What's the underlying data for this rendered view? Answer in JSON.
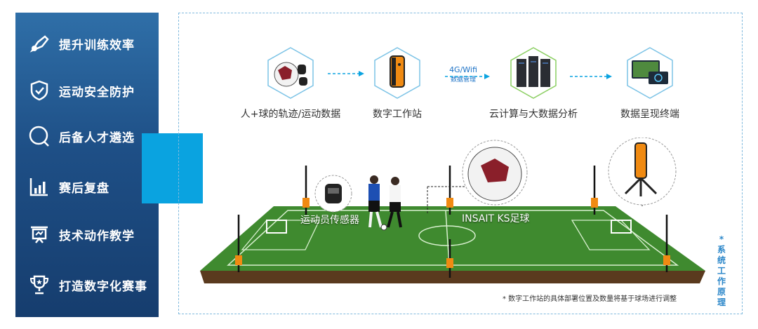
{
  "sidebar": {
    "items": [
      {
        "label": "提升训练效率",
        "icon": "whistle-icon"
      },
      {
        "label": "运动安全防护",
        "icon": "shield-check-icon"
      },
      {
        "label": "后备人才遴选",
        "icon": "search-ring-icon"
      },
      {
        "label": "赛后复盘",
        "icon": "bar-chart-icon"
      },
      {
        "label": "技术动作教学",
        "icon": "presentation-board-icon"
      },
      {
        "label": "打造数字化赛事",
        "icon": "trophy-icon"
      }
    ]
  },
  "flow": {
    "steps": [
      {
        "label": "人+球的轨迹/运动数据",
        "icon": "ball-sensor-icon"
      },
      {
        "label": "数字工作站",
        "icon": "workstation-device-icon"
      },
      {
        "label": "云计算与大数据分析",
        "icon": "server-rack-icon"
      },
      {
        "label": "数据呈现终端",
        "icon": "display-terminal-icon"
      }
    ],
    "network_label_top": "4G/Wifi",
    "network_label_bottom": "数据管理"
  },
  "field": {
    "sensor_label": "运动员传感器",
    "ball_label": "INSAIT KS足球"
  },
  "note": "* 数字工作站的具体部署位置及数量将基于球场进行调整",
  "side_title": "*系统工作原理",
  "colors": {
    "sidebar": "#1e4f86",
    "accent": "#0aa3e0",
    "frame": "#7fb9dd",
    "grass": "#3f8a2f",
    "label_blue": "#1a70c5"
  }
}
